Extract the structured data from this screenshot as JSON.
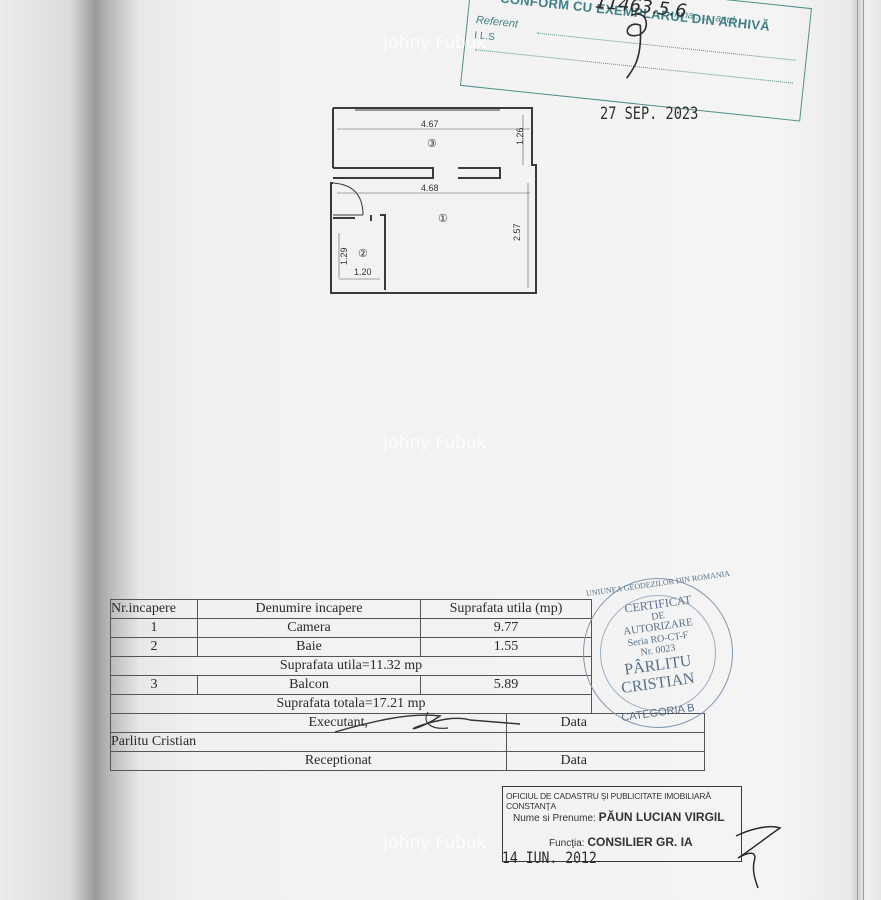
{
  "watermark": "Johny Fubuk",
  "top_stamp": {
    "line1": "CONFORM CU EXEMPLARUL DIN ARHIVĂ",
    "referent_label": "Referent",
    "initials": "I.L.S",
    "luna_label": "luna",
    "anul_label": "anul",
    "handwritten": "11463.5.6",
    "date": "27 SEP. 2023"
  },
  "floor_plan": {
    "dims": {
      "top_width": "4.67",
      "mid_width": "4.68",
      "balcony_depth": "1.26",
      "room_depth": "2.57",
      "bath_depth": "1.29",
      "bath_width": "1.20"
    },
    "rooms": [
      "③",
      "①",
      "②"
    ]
  },
  "table": {
    "headers": [
      "Nr.incapere",
      "Denumire incapere",
      "Suprafata utila (mp)"
    ],
    "rows": [
      {
        "nr": "1",
        "name": "Camera",
        "area": "9.77"
      },
      {
        "nr": "2",
        "name": "Baie",
        "area": "1.55"
      }
    ],
    "useful_total": "Suprafata utila=11.32 mp",
    "balcony": {
      "nr": "3",
      "name": "Balcon",
      "area": "5.89"
    },
    "grand_total": "Suprafata totala=17.21 mp",
    "executant_label": "Executant,",
    "executant_name": "Parlitu Cristian",
    "data_label": "Data",
    "receptionat_label": "Receptionat",
    "data_label2": "Data"
  },
  "round_stamp": {
    "ring_text": "UNIUNEA GEODEZILOR DIN ROMANIA",
    "l1": "CERTIFICAT",
    "l2": "DE",
    "l3": "AUTORIZARE",
    "l4": "Seria RO-CT-F",
    "l5": "Nr. 0023",
    "l6": "PÂRLITU",
    "l7": "CRISTIAN",
    "category": "CATEGORIA B"
  },
  "bottom_stamp": {
    "office": "OFICIUL DE CADASTRU ŞI PUBLICITATE IMOBILIARĂ CONSTANŢA",
    "name_label": "Nume si Prenume:",
    "name_value": "PĂUN LUCIAN VIRGIL",
    "func_label": "Funcţia:",
    "func_value": "CONSILIER GR. IA",
    "date": "14 IUN. 2012"
  }
}
